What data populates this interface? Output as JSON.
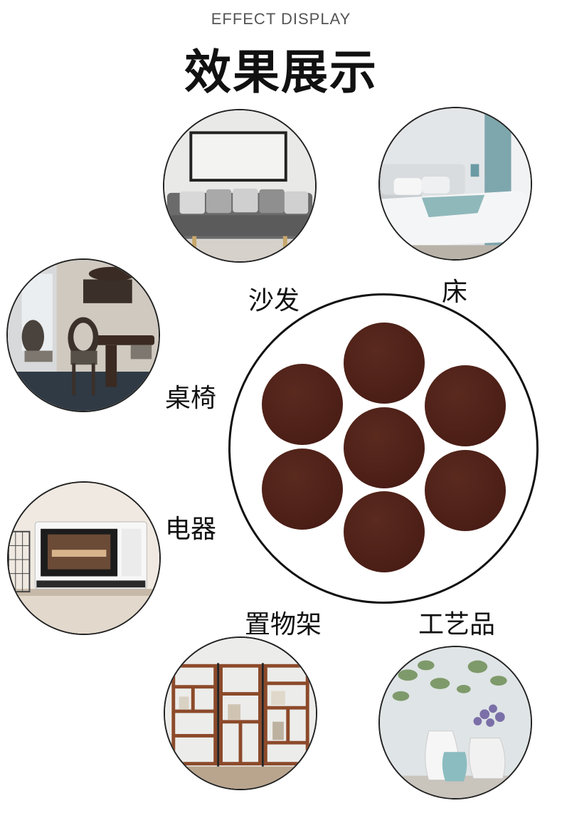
{
  "header": {
    "subtitle": "EFFECT DISPLAY",
    "title": "效果展示"
  },
  "labels": {
    "sofa": "沙发",
    "bed": "床",
    "table_chair": "桌椅",
    "appliance": "电器",
    "shelf": "置物架",
    "craft": "工艺品"
  },
  "colors": {
    "pad": "#4b1e16",
    "outline": "#111111"
  }
}
